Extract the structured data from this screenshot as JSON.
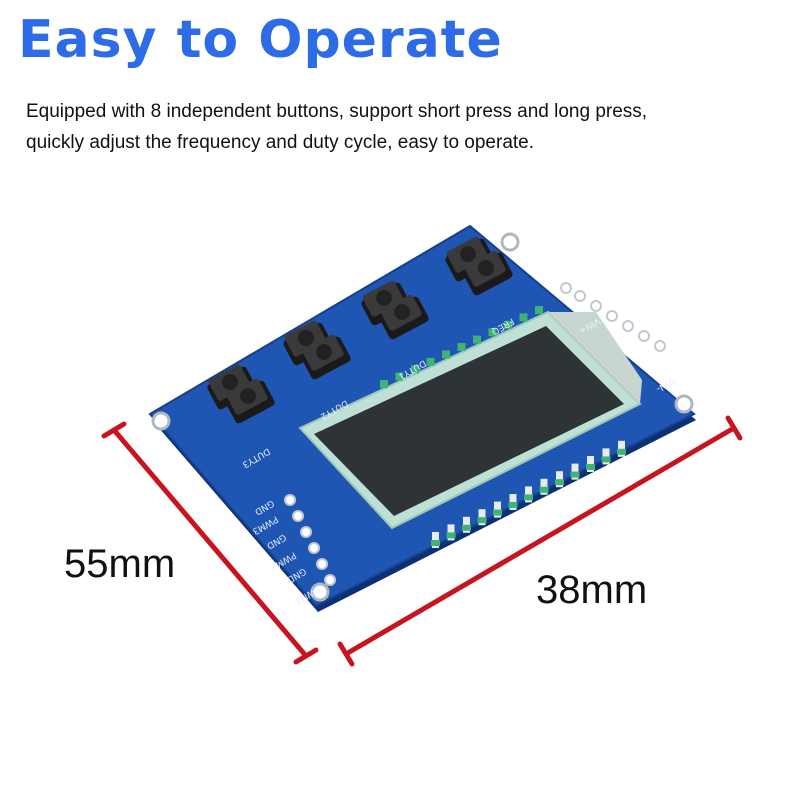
{
  "header": {
    "title": "Easy to Operate",
    "description": "Equipped with 8 independent buttons, support short press and long press, quickly adjust the frequency and duty cycle, easy to operate."
  },
  "colors": {
    "title": "#2e6be6",
    "board": "#1d4fa8",
    "dimension_line": "#c8141e",
    "display": "#2e3338"
  },
  "dimensions": {
    "height_label": "55mm",
    "width_label": "38mm"
  },
  "board": {
    "silkscreen": [
      "DUTY3",
      "DUTY2",
      "DUTY1",
      "FREQ",
      "GND",
      "PWM3",
      "GND",
      "PWM2",
      "GND",
      "PWM1",
      "VIN-",
      "VIN+"
    ],
    "button_count": 8
  }
}
